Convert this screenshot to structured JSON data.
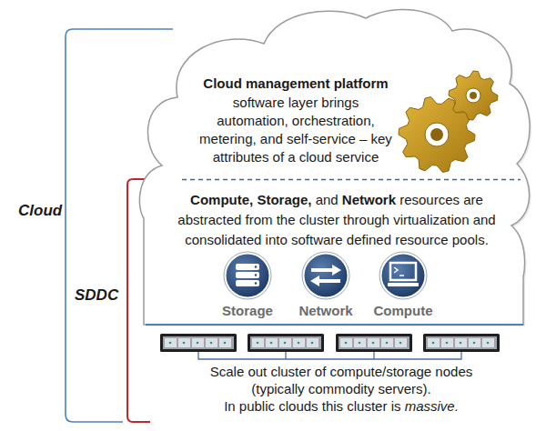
{
  "diagram": {
    "nodes": [
      {
        "text": [
          "Cloud management platform",
          "software layer brings automation, orchestration, metering, and self-service – key attributes of a cloud service"
        ]
      },
      {
        "text": [
          "Compute, Storage, and Network resources are abstracted from the cluster through virtualization and consolidated into software defined resource pools."
        ],
        "in": 0
      },
      {
        "text": [
          "Storage"
        ],
        "in": 1
      },
      {
        "text": [
          "Network"
        ],
        "in": 1
      },
      {
        "text": [
          "Compute"
        ],
        "in": 1
      }
    ],
    "labels": [
      "Cloud",
      "SDDC",
      "Scale out cluster of compute/storage nodes (typically commodity servers).",
      "In public clouds this cluster is massive."
    ]
  }
}
